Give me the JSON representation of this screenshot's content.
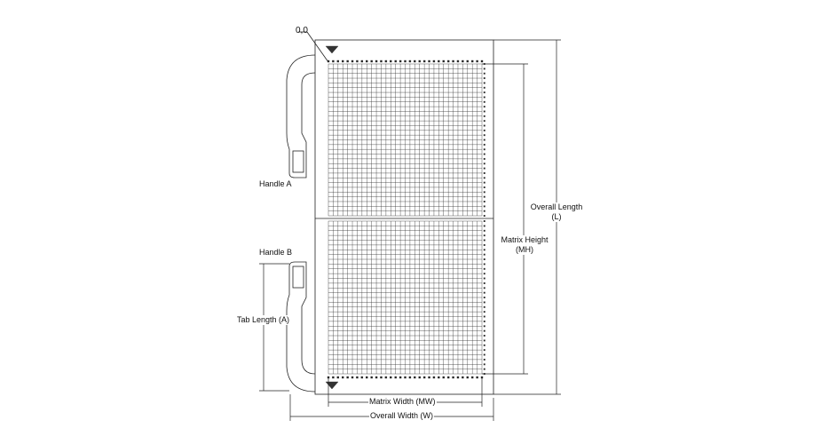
{
  "labels": {
    "origin": "0,0",
    "handle_a": "Handle A",
    "handle_b": "Handle B",
    "tab_length": "Tab Length (A)",
    "overall_length_1": "Overall Length",
    "overall_length_2": "(L)",
    "matrix_height_1": "Matrix Height",
    "matrix_height_2": "(MH)",
    "matrix_width": "Matrix Width (MW)",
    "overall_width": "Overall Width (W)"
  }
}
